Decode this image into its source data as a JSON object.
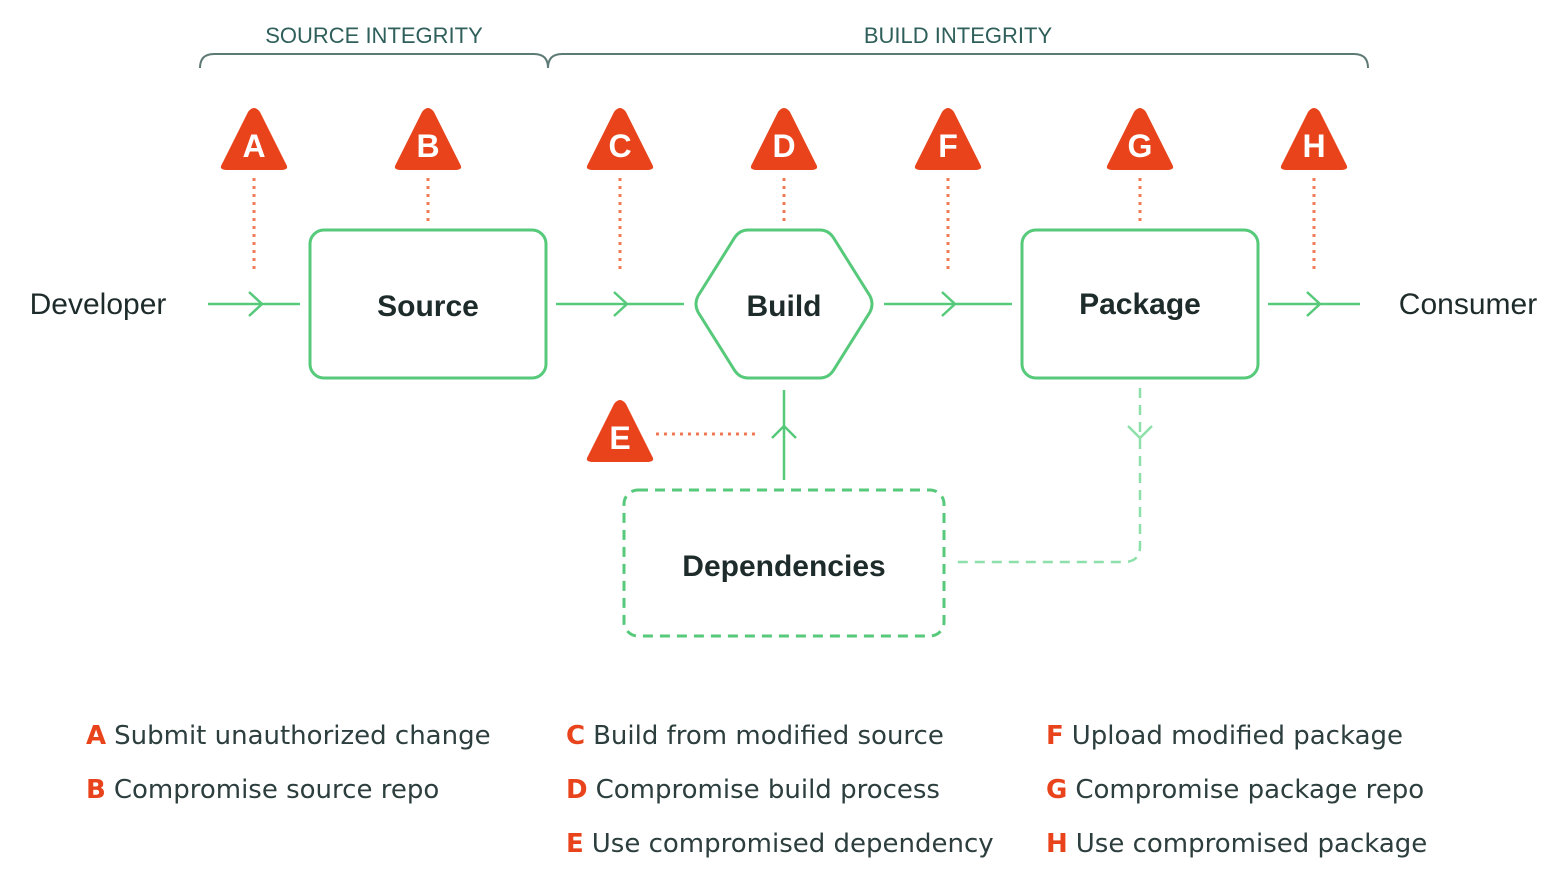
{
  "colors": {
    "green": "#57c97a",
    "green_light": "#8ee0aa",
    "red": "#e8431b",
    "red_dots": "#f07a55",
    "text": "#1d2b2a",
    "bracket": "#5e7a76",
    "bracket_text": "#2f5f5b"
  },
  "brackets": {
    "source": "SOURCE INTEGRITY",
    "build": "BUILD INTEGRITY"
  },
  "actors": {
    "developer": "Developer",
    "consumer": "Consumer"
  },
  "nodes": {
    "source": "Source",
    "build": "Build",
    "package": "Package",
    "dependencies": "Dependencies"
  },
  "threats": [
    "A",
    "B",
    "C",
    "D",
    "E",
    "F",
    "G",
    "H"
  ],
  "legend": [
    {
      "key": "A",
      "text": "Submit unauthorized change"
    },
    {
      "key": "B",
      "text": "Compromise source repo"
    },
    {
      "key": "C",
      "text": "Build from modified source"
    },
    {
      "key": "D",
      "text": "Compromise build process"
    },
    {
      "key": "E",
      "text": "Use compromised dependency"
    },
    {
      "key": "F",
      "text": "Upload modified package"
    },
    {
      "key": "G",
      "text": "Compromise package repo"
    },
    {
      "key": "H",
      "text": "Use compromised package"
    }
  ]
}
